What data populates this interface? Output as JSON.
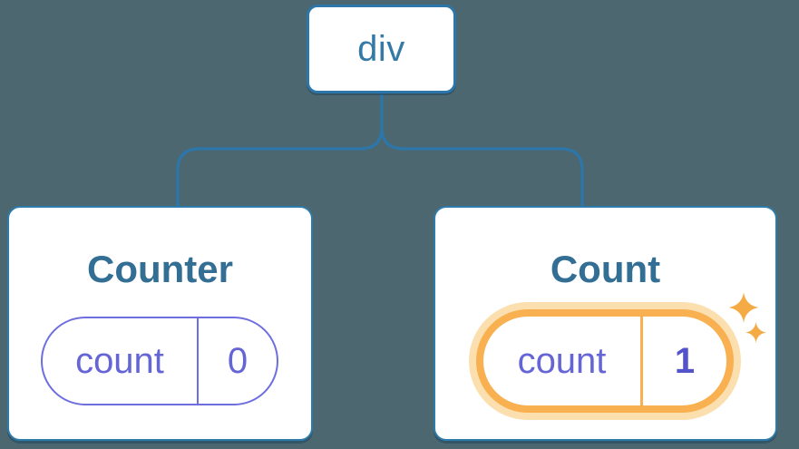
{
  "diagram": {
    "description": "React component tree with state pills",
    "root": {
      "label": "div"
    },
    "children": [
      {
        "title": "Counter",
        "state": {
          "key": "count",
          "value": "0"
        },
        "highlighted": false
      },
      {
        "title": "Count",
        "state": {
          "key": "count",
          "value": "1"
        },
        "highlighted": true
      }
    ]
  },
  "colors": {
    "background": "#4C676F",
    "node_border_blue": "#2D76A9",
    "root_label_text": "#3579A6",
    "card_title_text": "#336E95",
    "pill_border_purple": "#6E6EDE",
    "pill_text_purple": "#6565D6",
    "pill_value_bold_purple": "#5353CB",
    "highlight_orange": "#F8B050",
    "highlight_glow_orange": "#FBDFAE",
    "sparkle_orange": "#F5AB45",
    "card_background": "#FFFFFF"
  }
}
